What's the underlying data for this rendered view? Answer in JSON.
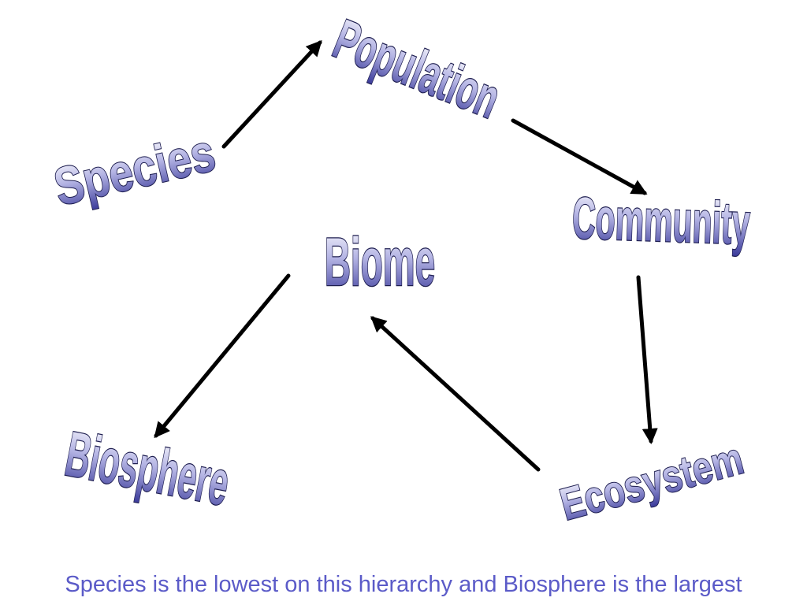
{
  "diagram": {
    "nodes": {
      "species": "Species",
      "population": "Population",
      "community": "Community",
      "ecosystem": "Ecosystem",
      "biome": "Biome",
      "biosphere": "Biosphere"
    },
    "edges": [
      {
        "from": "Species",
        "to": "Population"
      },
      {
        "from": "Population",
        "to": "Community"
      },
      {
        "from": "Community",
        "to": "Ecosystem"
      },
      {
        "from": "Ecosystem",
        "to": "Biome"
      },
      {
        "from": "Biome",
        "to": "Biosphere"
      }
    ]
  },
  "caption": "Species is the lowest on this hierarchy and Biosphere is the largest",
  "colors": {
    "word_fill_top": "#ffffff",
    "word_fill_bottom": "#3a3a9a",
    "word_outline": "#1e1e50",
    "caption_text": "#5b5bc8",
    "arrow": "#000000"
  }
}
